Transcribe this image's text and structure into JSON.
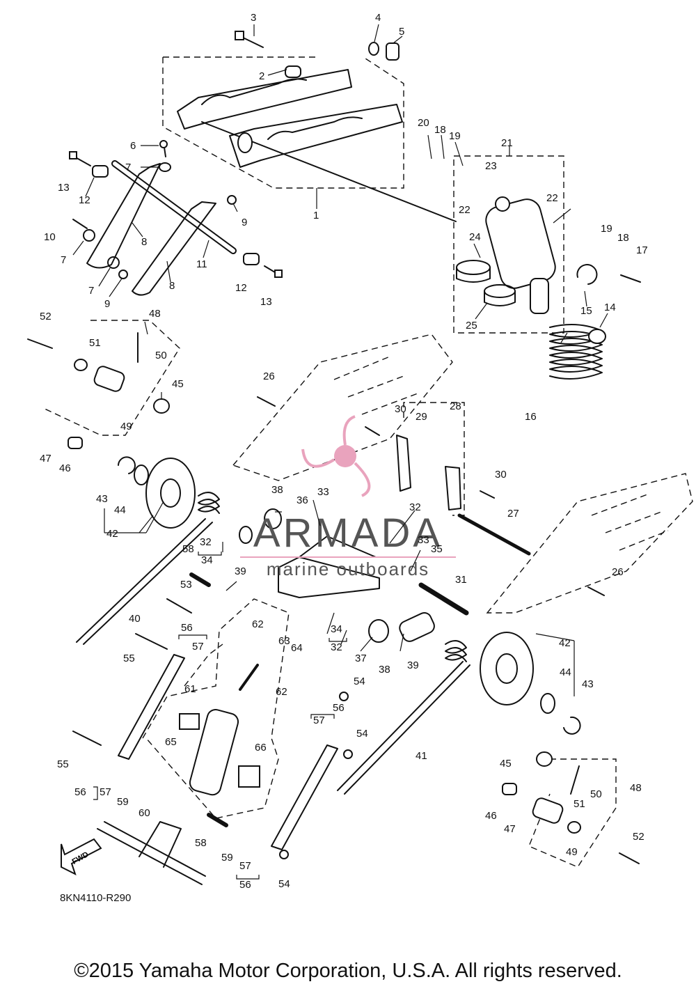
{
  "diagram": {
    "code": "8KN4110-R290",
    "copyright": "©2015 Yamaha Motor Corporation, U.S.A. All rights reserved.",
    "fwd_label": "FWD"
  },
  "watermark": {
    "brand": "ARMADA",
    "tagline": "marine outboards",
    "color": "#e9a3bd"
  },
  "callouts": [
    {
      "id": "c1",
      "label": "1"
    },
    {
      "id": "c2",
      "label": "2"
    },
    {
      "id": "c3",
      "label": "3"
    },
    {
      "id": "c4",
      "label": "4"
    },
    {
      "id": "c5",
      "label": "5"
    },
    {
      "id": "c6",
      "label": "6"
    },
    {
      "id": "c7a",
      "label": "7"
    },
    {
      "id": "c7b",
      "label": "7"
    },
    {
      "id": "c7c",
      "label": "7"
    },
    {
      "id": "c8a",
      "label": "8"
    },
    {
      "id": "c8b",
      "label": "8"
    },
    {
      "id": "c9a",
      "label": "9"
    },
    {
      "id": "c9b",
      "label": "9"
    },
    {
      "id": "c10",
      "label": "10"
    },
    {
      "id": "c11",
      "label": "11"
    },
    {
      "id": "c12a",
      "label": "12"
    },
    {
      "id": "c12b",
      "label": "12"
    },
    {
      "id": "c13a",
      "label": "13"
    },
    {
      "id": "c13b",
      "label": "13"
    },
    {
      "id": "c14",
      "label": "14"
    },
    {
      "id": "c15",
      "label": "15"
    },
    {
      "id": "c16",
      "label": "16"
    },
    {
      "id": "c17",
      "label": "17"
    },
    {
      "id": "c18a",
      "label": "18"
    },
    {
      "id": "c18b",
      "label": "18"
    },
    {
      "id": "c19a",
      "label": "19"
    },
    {
      "id": "c19b",
      "label": "19"
    },
    {
      "id": "c20",
      "label": "20"
    },
    {
      "id": "c21",
      "label": "21"
    },
    {
      "id": "c22a",
      "label": "22"
    },
    {
      "id": "c22b",
      "label": "22"
    },
    {
      "id": "c23",
      "label": "23"
    },
    {
      "id": "c24",
      "label": "24"
    },
    {
      "id": "c25",
      "label": "25"
    },
    {
      "id": "c26a",
      "label": "26"
    },
    {
      "id": "c26b",
      "label": "26"
    },
    {
      "id": "c27",
      "label": "27"
    },
    {
      "id": "c28",
      "label": "28"
    },
    {
      "id": "c29",
      "label": "29"
    },
    {
      "id": "c30a",
      "label": "30"
    },
    {
      "id": "c30b",
      "label": "30"
    },
    {
      "id": "c31",
      "label": "31"
    },
    {
      "id": "c32a",
      "label": "32"
    },
    {
      "id": "c32b",
      "label": "32"
    },
    {
      "id": "c32c",
      "label": "32"
    },
    {
      "id": "c33a",
      "label": "33"
    },
    {
      "id": "c33b",
      "label": "33"
    },
    {
      "id": "c34a",
      "label": "34"
    },
    {
      "id": "c34b",
      "label": "34"
    },
    {
      "id": "c35",
      "label": "35"
    },
    {
      "id": "c36",
      "label": "36"
    },
    {
      "id": "c37",
      "label": "37"
    },
    {
      "id": "c38a",
      "label": "38"
    },
    {
      "id": "c38b",
      "label": "38"
    },
    {
      "id": "c39a",
      "label": "39"
    },
    {
      "id": "c39b",
      "label": "39"
    },
    {
      "id": "c40",
      "label": "40"
    },
    {
      "id": "c41",
      "label": "41"
    },
    {
      "id": "c42a",
      "label": "42"
    },
    {
      "id": "c42b",
      "label": "42"
    },
    {
      "id": "c43a",
      "label": "43"
    },
    {
      "id": "c43b",
      "label": "43"
    },
    {
      "id": "c44a",
      "label": "44"
    },
    {
      "id": "c44b",
      "label": "44"
    },
    {
      "id": "c45a",
      "label": "45"
    },
    {
      "id": "c45b",
      "label": "45"
    },
    {
      "id": "c46a",
      "label": "46"
    },
    {
      "id": "c46b",
      "label": "46"
    },
    {
      "id": "c47a",
      "label": "47"
    },
    {
      "id": "c47b",
      "label": "47"
    },
    {
      "id": "c48a",
      "label": "48"
    },
    {
      "id": "c48b",
      "label": "48"
    },
    {
      "id": "c49a",
      "label": "49"
    },
    {
      "id": "c49b",
      "label": "49"
    },
    {
      "id": "c50a",
      "label": "50"
    },
    {
      "id": "c50b",
      "label": "50"
    },
    {
      "id": "c51a",
      "label": "51"
    },
    {
      "id": "c51b",
      "label": "51"
    },
    {
      "id": "c52a",
      "label": "52"
    },
    {
      "id": "c52b",
      "label": "52"
    },
    {
      "id": "c53",
      "label": "53"
    },
    {
      "id": "c54a",
      "label": "54"
    },
    {
      "id": "c54b",
      "label": "54"
    },
    {
      "id": "c54c",
      "label": "54"
    },
    {
      "id": "c55a",
      "label": "55"
    },
    {
      "id": "c55b",
      "label": "55"
    },
    {
      "id": "c56a",
      "label": "56"
    },
    {
      "id": "c56b",
      "label": "56"
    },
    {
      "id": "c56c",
      "label": "56"
    },
    {
      "id": "c56d",
      "label": "56"
    },
    {
      "id": "c57a",
      "label": "57"
    },
    {
      "id": "c57b",
      "label": "57"
    },
    {
      "id": "c57c",
      "label": "57"
    },
    {
      "id": "c57d",
      "label": "57"
    },
    {
      "id": "c58a",
      "label": "58"
    },
    {
      "id": "c58b",
      "label": "58"
    },
    {
      "id": "c59a",
      "label": "59"
    },
    {
      "id": "c59b",
      "label": "59"
    },
    {
      "id": "c60",
      "label": "60"
    },
    {
      "id": "c61",
      "label": "61"
    },
    {
      "id": "c62a",
      "label": "62"
    },
    {
      "id": "c62b",
      "label": "62"
    },
    {
      "id": "c63",
      "label": "63"
    },
    {
      "id": "c64",
      "label": "64"
    },
    {
      "id": "c65",
      "label": "65"
    },
    {
      "id": "c66",
      "label": "66"
    }
  ]
}
